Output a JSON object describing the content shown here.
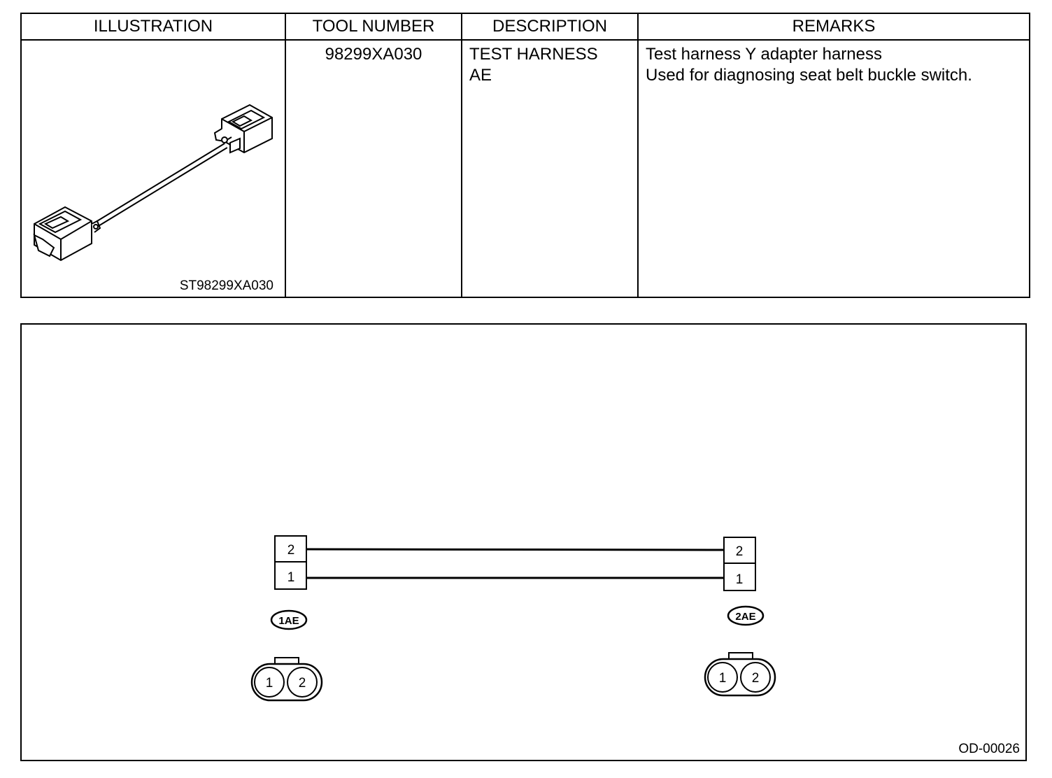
{
  "table": {
    "headers": {
      "illustration": "ILLUSTRATION",
      "tool_number": "TOOL NUMBER",
      "description": "DESCRIPTION",
      "remarks": "REMARKS"
    },
    "row": {
      "illustration_code": "ST98299XA030",
      "tool_number": "98299XA030",
      "description_lines": [
        "TEST HARNESS",
        "AE"
      ],
      "remarks_lines": [
        "Test harness Y adapter harness",
        "Used for diagnosing seat belt buckle switch."
      ]
    }
  },
  "diagram": {
    "left_connector": {
      "pins": [
        "2",
        "1"
      ],
      "label": "1AE",
      "face_pins": [
        "1",
        "2"
      ]
    },
    "right_connector": {
      "pins": [
        "2",
        "1"
      ],
      "label": "2AE",
      "face_pins": [
        "1",
        "2"
      ]
    },
    "figure_code": "OD-00026"
  }
}
